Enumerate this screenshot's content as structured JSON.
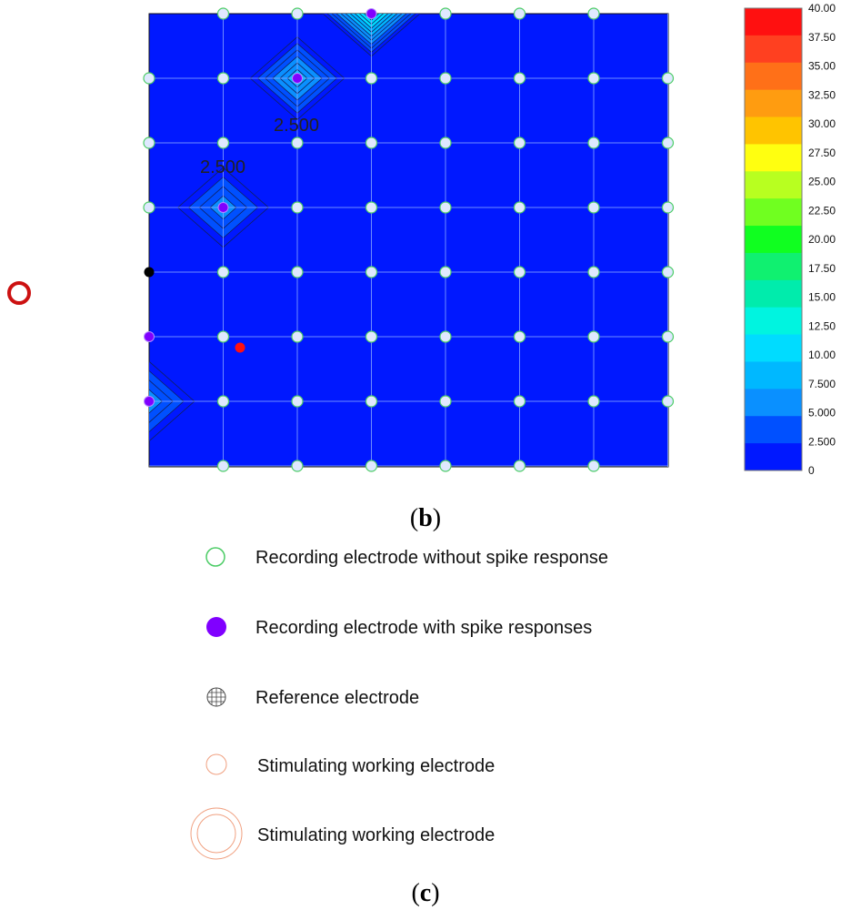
{
  "chart_data": {
    "type": "heatmap",
    "title": "",
    "xlabel": "",
    "ylabel": "",
    "grid": true,
    "colorbar": {
      "ticks": [
        "40.00",
        "37.50",
        "35.00",
        "32.50",
        "30.00",
        "27.50",
        "25.00",
        "22.50",
        "20.00",
        "17.50",
        "15.00",
        "12.50",
        "10.00",
        "7.500",
        "5.000",
        "2.500",
        "0"
      ],
      "colors": [
        "#ff1010",
        "#ff4020",
        "#ff7018",
        "#ff9c10",
        "#ffc400",
        "#ffff10",
        "#b8ff20",
        "#70ff20",
        "#10ff20",
        "#10f070",
        "#00ecac",
        "#00f4e0",
        "#00dcff",
        "#00b8ff",
        "#0a90ff",
        "#0050ff",
        "#0018ff"
      ],
      "range": [
        0,
        40
      ]
    },
    "grid_columns": 8,
    "grid_rows": 8,
    "electrodes": [
      {
        "col": 1,
        "row": 0,
        "state": "none"
      },
      {
        "col": 2,
        "row": 0,
        "state": "none"
      },
      {
        "col": 3,
        "row": 0,
        "state": "spike"
      },
      {
        "col": 4,
        "row": 0,
        "state": "none"
      },
      {
        "col": 5,
        "row": 0,
        "state": "none"
      },
      {
        "col": 6,
        "row": 0,
        "state": "none"
      },
      {
        "col": 0,
        "row": 1,
        "state": "none"
      },
      {
        "col": 1,
        "row": 1,
        "state": "none"
      },
      {
        "col": 2,
        "row": 1,
        "state": "spike"
      },
      {
        "col": 3,
        "row": 1,
        "state": "none"
      },
      {
        "col": 4,
        "row": 1,
        "state": "none"
      },
      {
        "col": 5,
        "row": 1,
        "state": "none"
      },
      {
        "col": 6,
        "row": 1,
        "state": "none"
      },
      {
        "col": 7,
        "row": 1,
        "state": "none"
      },
      {
        "col": 0,
        "row": 2,
        "state": "none"
      },
      {
        "col": 1,
        "row": 2,
        "state": "none"
      },
      {
        "col": 2,
        "row": 2,
        "state": "none"
      },
      {
        "col": 3,
        "row": 2,
        "state": "none"
      },
      {
        "col": 4,
        "row": 2,
        "state": "none"
      },
      {
        "col": 5,
        "row": 2,
        "state": "none"
      },
      {
        "col": 6,
        "row": 2,
        "state": "none"
      },
      {
        "col": 7,
        "row": 2,
        "state": "none"
      },
      {
        "col": 0,
        "row": 3,
        "state": "none"
      },
      {
        "col": 1,
        "row": 3,
        "state": "spike"
      },
      {
        "col": 2,
        "row": 3,
        "state": "none"
      },
      {
        "col": 3,
        "row": 3,
        "state": "none"
      },
      {
        "col": 4,
        "row": 3,
        "state": "none"
      },
      {
        "col": 5,
        "row": 3,
        "state": "none"
      },
      {
        "col": 6,
        "row": 3,
        "state": "none"
      },
      {
        "col": 7,
        "row": 3,
        "state": "none"
      },
      {
        "col": 0,
        "row": 4,
        "state": "reference"
      },
      {
        "col": 1,
        "row": 4,
        "state": "none"
      },
      {
        "col": 2,
        "row": 4,
        "state": "none"
      },
      {
        "col": 3,
        "row": 4,
        "state": "none"
      },
      {
        "col": 4,
        "row": 4,
        "state": "none"
      },
      {
        "col": 5,
        "row": 4,
        "state": "none"
      },
      {
        "col": 6,
        "row": 4,
        "state": "none"
      },
      {
        "col": 7,
        "row": 4,
        "state": "none"
      },
      {
        "col": 0,
        "row": 5,
        "state": "spike"
      },
      {
        "col": 1,
        "row": 5,
        "state": "none"
      },
      {
        "col": 2,
        "row": 5,
        "state": "none"
      },
      {
        "col": 3,
        "row": 5,
        "state": "none"
      },
      {
        "col": 4,
        "row": 5,
        "state": "none"
      },
      {
        "col": 5,
        "row": 5,
        "state": "none"
      },
      {
        "col": 6,
        "row": 5,
        "state": "none"
      },
      {
        "col": 7,
        "row": 5,
        "state": "none"
      },
      {
        "col": 0,
        "row": 6,
        "state": "spike"
      },
      {
        "col": 1,
        "row": 6,
        "state": "none"
      },
      {
        "col": 2,
        "row": 6,
        "state": "none"
      },
      {
        "col": 3,
        "row": 6,
        "state": "none"
      },
      {
        "col": 4,
        "row": 6,
        "state": "none"
      },
      {
        "col": 5,
        "row": 6,
        "state": "none"
      },
      {
        "col": 6,
        "row": 6,
        "state": "none"
      },
      {
        "col": 7,
        "row": 6,
        "state": "none"
      },
      {
        "col": 1,
        "row": 7,
        "state": "none"
      },
      {
        "col": 2,
        "row": 7,
        "state": "none"
      },
      {
        "col": 3,
        "row": 7,
        "state": "none"
      },
      {
        "col": 4,
        "row": 7,
        "state": "none"
      },
      {
        "col": 5,
        "row": 7,
        "state": "none"
      },
      {
        "col": 6,
        "row": 7,
        "state": "none"
      }
    ],
    "peaks": [
      {
        "col": 3,
        "row": 0,
        "value": 12.5
      },
      {
        "col": 2,
        "row": 1,
        "value": 7.5
      },
      {
        "col": 1,
        "row": 3,
        "value": 5.0
      },
      {
        "col": 0,
        "row": 6,
        "value": 5.0
      }
    ],
    "annotations": [
      "2.500",
      "2.500"
    ]
  },
  "panel_labels": {
    "b": {
      "open": "(",
      "letter": "b",
      "close": ")"
    },
    "c": {
      "open": "(",
      "letter": "c",
      "close": ")"
    }
  },
  "legend": [
    {
      "marker": "open-green-circle",
      "text": "Recording electrode without spike response"
    },
    {
      "marker": "filled-purple-circle",
      "text": "Recording electrode with spike responses"
    },
    {
      "marker": "gridded-circle",
      "text": "Reference electrode"
    },
    {
      "marker": "small-orange-ring",
      "text": "Stimulating working electrode"
    },
    {
      "marker": "large-orange-double-ring",
      "text": "Stimulating working electrode"
    }
  ],
  "colors": {
    "background_blue": "#0018ff",
    "spike": "#8000ff",
    "no_spike_ring": "#2ecc40",
    "stim_ring": "#cc1111",
    "stim_point": "#ff1010"
  }
}
